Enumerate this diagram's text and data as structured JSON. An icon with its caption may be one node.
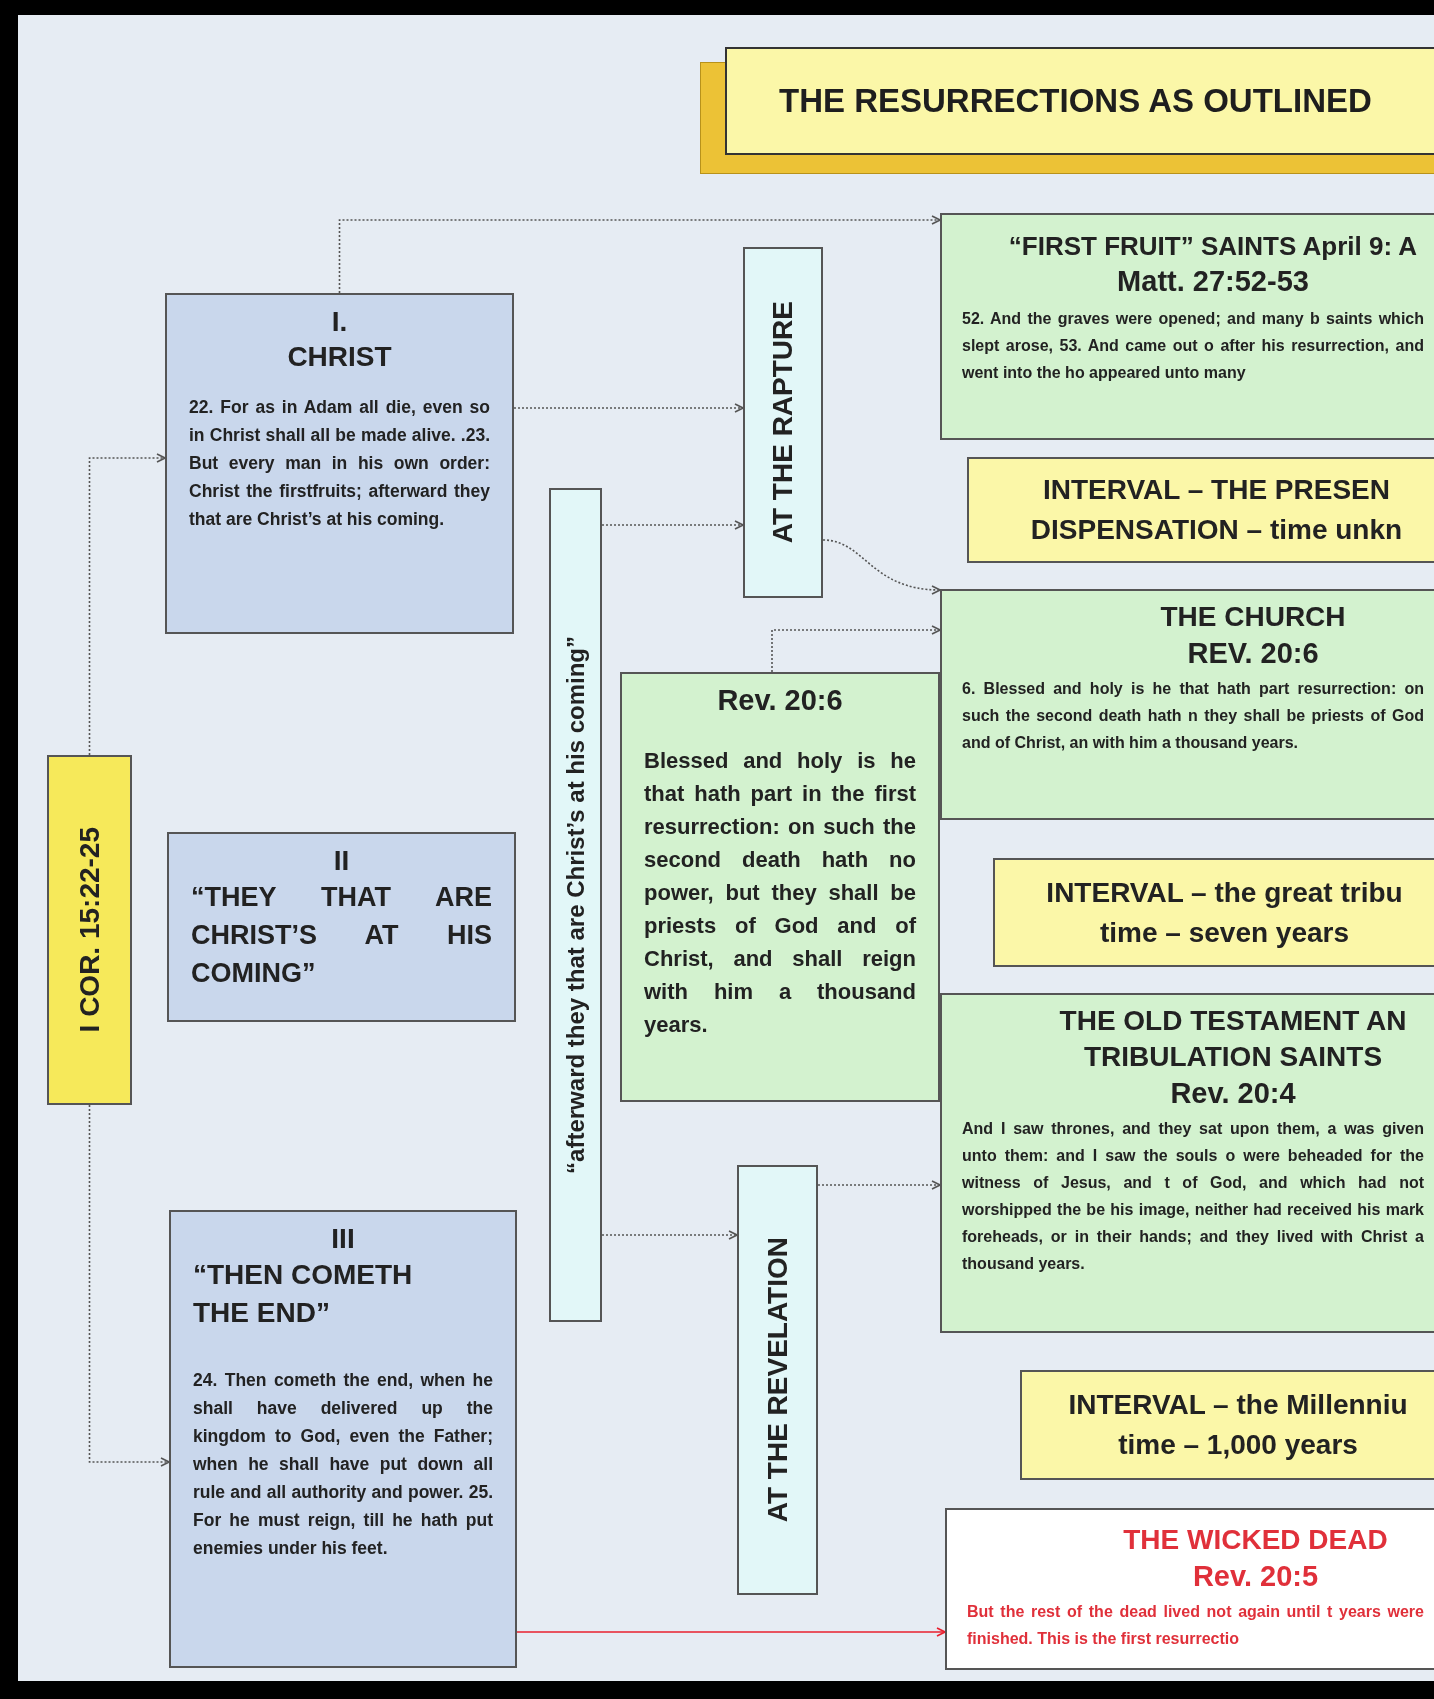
{
  "diagram": {
    "title": "THE RESURRECTIONS AS OUTLINED",
    "nodes": [
      {
        "text": [
          "“FIRST FRUIT” SAINTS April 9: A",
          "Matt. 27:52-53",
          "52. And the graves were opened; and many b saints which slept arose, 53. And came out o after his resurrection, and went into the ho appeared unto many"
        ]
      },
      {
        "text": [
          "I.",
          "CHRIST",
          "22. For as in Adam all die, even so in Christ shall all be made alive. .23. But every man in his own order: Christ the firstfruits; afterward they that are Christ’s at his coming."
        ]
      },
      {
        "text": [
          "AT THE RAPTURE"
        ]
      },
      {
        "text": [
          "INTERVAL – THE PRESEN DISPENSATION – time unkn"
        ]
      },
      {
        "text": [
          "“afterward they that are Christ’s at his coming”"
        ]
      },
      {
        "text": [
          "THE CHURCH",
          "REV. 20:6",
          "6. Blessed and holy is he that hath part resurrection: on such the second death hath n they shall be priests of God and of Christ, an with him a thousand years."
        ]
      },
      {
        "text": [
          "Rev. 20:6",
          "Blessed and holy is he that hath part in the first resurrection: on such the second death hath no power, but they shall be priests of God and of Christ, and shall reign with him a thousand years."
        ]
      },
      {
        "text": [
          "I COR. 15:22-25"
        ]
      },
      {
        "text": [
          "II",
          "“THEY THAT ARE CHRIST’S AT HIS COMING”"
        ]
      },
      {
        "text": [
          "INTERVAL – the great tribu time – seven years"
        ]
      },
      {
        "text": [
          "THE OLD TESTAMENT AN TRIBULATION SAINTS",
          "Rev. 20:4",
          "And I saw thrones, and they sat upon them, a was given unto them: and I saw the souls o were beheaded for the witness of Jesus, and t of God, and which had not worshipped the be his image, neither had received his mark foreheads, or in their hands; and they lived with Christ a thousand years."
        ]
      },
      {
        "text": [
          "AT THE REVELATION"
        ]
      },
      {
        "text": [
          "III",
          "“THEN COMETH THE END”",
          "24. Then cometh the end, when he shall have delivered up the kingdom to God, even the Father; when he shall have put down all rule and all authority and power. 25. For he must reign, till he hath put enemies under his feet."
        ]
      },
      {
        "text": [
          "INTERVAL – the Millenniu time – 1,000 years"
        ]
      },
      {
        "text": [
          "THE WICKED DEAD",
          "Rev. 20:5",
          "But the rest of the dead lived not again until t years were finished. This is the first resurrectio"
        ]
      }
    ],
    "edges": [
      {
        "from": 7,
        "to": 1,
        "arrow": "to",
        "style": "dashed"
      },
      {
        "from": 7,
        "to": 12,
        "arrow": "to",
        "style": "dashed"
      },
      {
        "from": 1,
        "to": 0,
        "arrow": "to",
        "style": "dashed"
      },
      {
        "from": 1,
        "to": 2,
        "arrow": "to",
        "style": "dashed"
      },
      {
        "from": 4,
        "to": 2,
        "arrow": "to",
        "style": "dashed"
      },
      {
        "from": 2,
        "to": 5,
        "arrow": "to",
        "style": "dashed"
      },
      {
        "from": 6,
        "to": 5,
        "arrow": "to",
        "style": "dashed"
      },
      {
        "from": 11,
        "to": 10,
        "arrow": "to",
        "style": "dashed"
      },
      {
        "from": 4,
        "to": 11,
        "arrow": "to",
        "style": "dashed"
      },
      {
        "from": 12,
        "to": 14,
        "arrow": "to",
        "color": "#e8202e"
      }
    ]
  }
}
